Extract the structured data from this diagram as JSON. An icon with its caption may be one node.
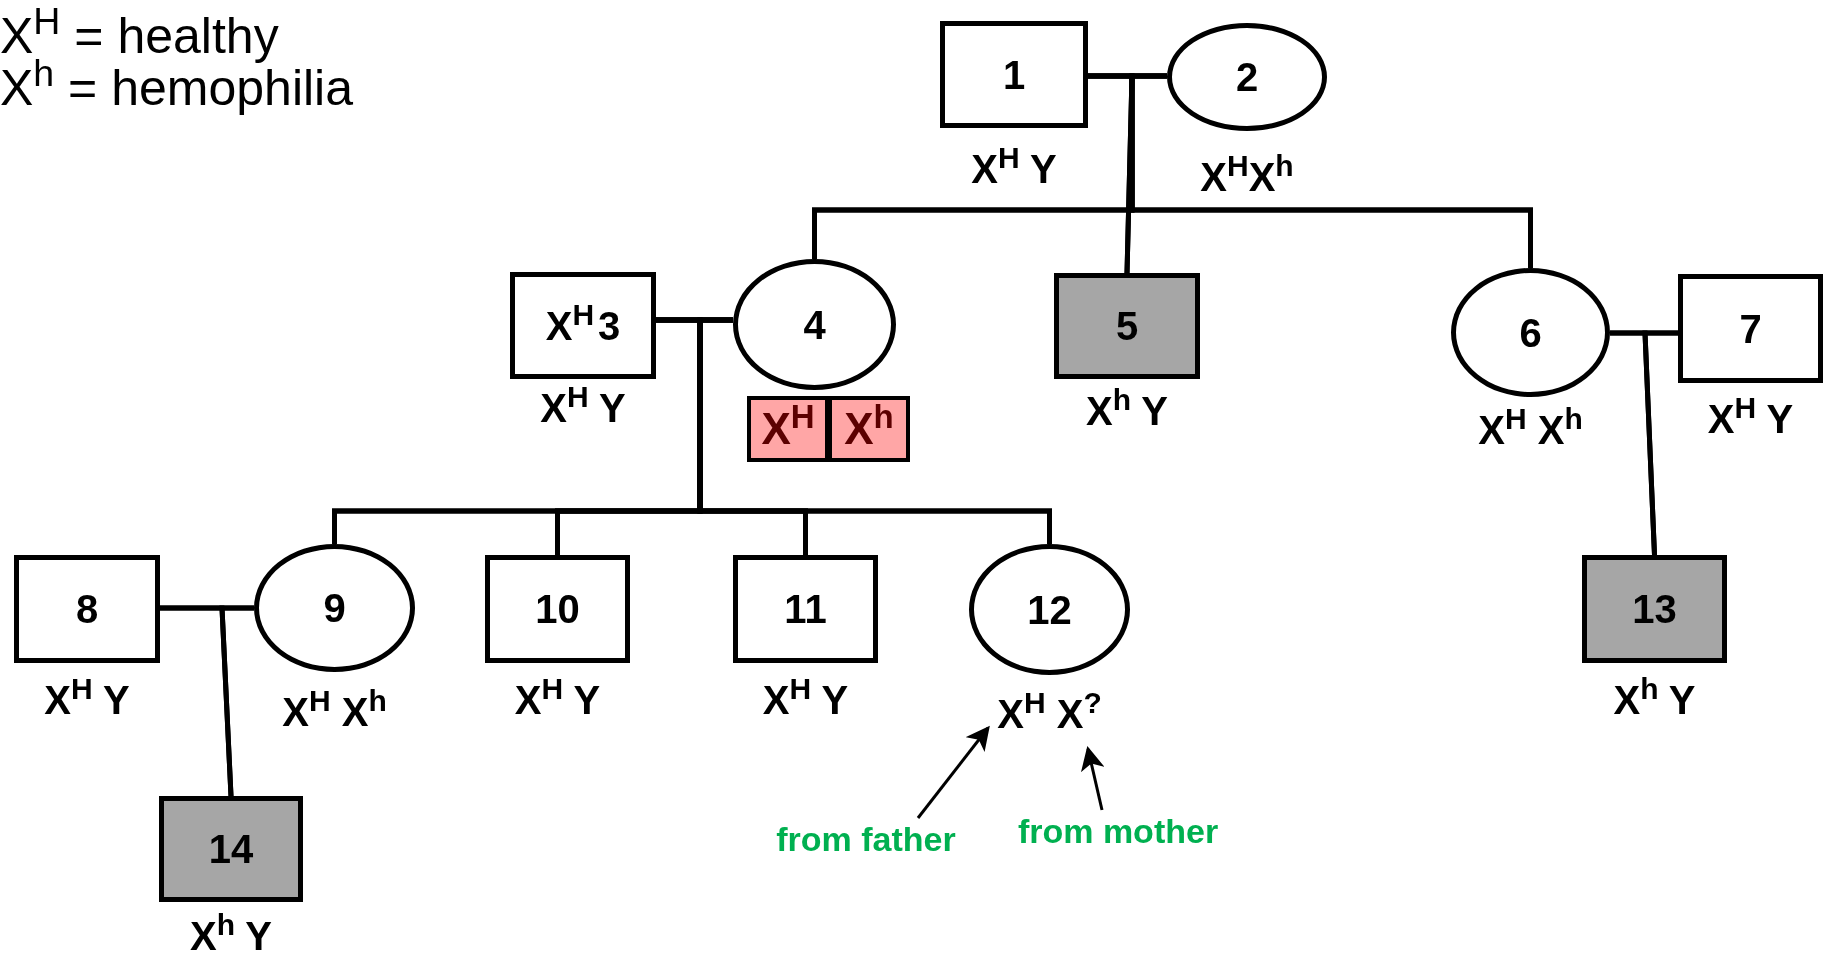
{
  "diagram": {
    "nodes": [
      {
        "text": [
          "1"
        ],
        "beside": [
          "X$^{H}$ Y"
        ]
      },
      {
        "text": [
          "2"
        ],
        "beside": [
          "X$^{H}$X$^{h}$"
        ]
      },
      {
        "text": [
          "X$^{H}$",
          "3"
        ],
        "beside": [
          "X$^{H}$ Y"
        ]
      },
      {
        "text": [
          "4"
        ]
      },
      {
        "text": [
          "5"
        ],
        "beside": [
          "X$^{h}$ Y"
        ]
      },
      {
        "text": [
          "6"
        ],
        "beside": [
          "X$^{H}$ X$^{h}$"
        ]
      },
      {
        "text": [
          "7"
        ],
        "beside": [
          "X$^{H}$ Y"
        ]
      },
      {
        "text": [
          "8"
        ],
        "beside": [
          "X$^{H}$ Y"
        ]
      },
      {
        "text": [
          "9"
        ],
        "beside": [
          "X$^{H}$ X$^{h}$"
        ]
      },
      {
        "text": [
          "10"
        ],
        "beside": [
          "X$^{H}$ Y"
        ]
      },
      {
        "text": [
          "11"
        ],
        "beside": [
          "X$^{H}$ Y"
        ]
      },
      {
        "text": [
          "12"
        ],
        "beside": [
          "X$^{H}$ X$^{?}$"
        ]
      },
      {
        "text": [
          "13"
        ],
        "beside": [
          "X$^{h}$ Y"
        ]
      },
      {
        "text": [
          "14"
        ],
        "beside": [
          "X$^{h}$ Y"
        ]
      },
      {
        "text": [
          "X$^{H}$"
        ]
      },
      {
        "text": [
          "X$^{h}$"
        ]
      },
      {
        "text": [
          "from father"
        ]
      },
      {
        "text": [
          "from mother"
        ]
      }
    ],
    "edges": [
      {
        "from": 0,
        "to": 1,
        "arrow": "none"
      },
      {
        "from": 0,
        "to": 3,
        "arrow": "none"
      },
      {
        "from": 1,
        "to": 3,
        "arrow": "none"
      },
      {
        "from": 0,
        "to": 4,
        "arrow": "none"
      },
      {
        "from": 1,
        "to": 4,
        "arrow": "none"
      },
      {
        "from": 0,
        "to": 5,
        "arrow": "none"
      },
      {
        "from": 1,
        "to": 5,
        "arrow": "none"
      },
      {
        "from": 2,
        "to": 3,
        "arrow": "none"
      },
      {
        "from": 2,
        "to": 8,
        "arrow": "none"
      },
      {
        "from": 3,
        "to": 8,
        "arrow": "none"
      },
      {
        "from": 2,
        "to": 9,
        "arrow": "none"
      },
      {
        "from": 3,
        "to": 9,
        "arrow": "none"
      },
      {
        "from": 2,
        "to": 10,
        "arrow": "none"
      },
      {
        "from": 3,
        "to": 10,
        "arrow": "none"
      },
      {
        "from": 2,
        "to": 11,
        "arrow": "none"
      },
      {
        "from": 3,
        "to": 11,
        "arrow": "none"
      },
      {
        "from": 5,
        "to": 6,
        "arrow": "none"
      },
      {
        "from": 5,
        "to": 12,
        "arrow": "none"
      },
      {
        "from": 6,
        "to": 12,
        "arrow": "none"
      },
      {
        "from": 7,
        "to": 8,
        "arrow": "none"
      },
      {
        "from": 7,
        "to": 13,
        "arrow": "none"
      },
      {
        "from": 8,
        "to": 13,
        "arrow": "none"
      },
      {
        "from": 16,
        "to": 11,
        "arrow": "to"
      },
      {
        "from": 17,
        "to": 11,
        "arrow": "to"
      }
    ],
    "labels": [
      "X$^{H}$ = healthy",
      "X$^{h}$ = hemophilia"
    ]
  }
}
